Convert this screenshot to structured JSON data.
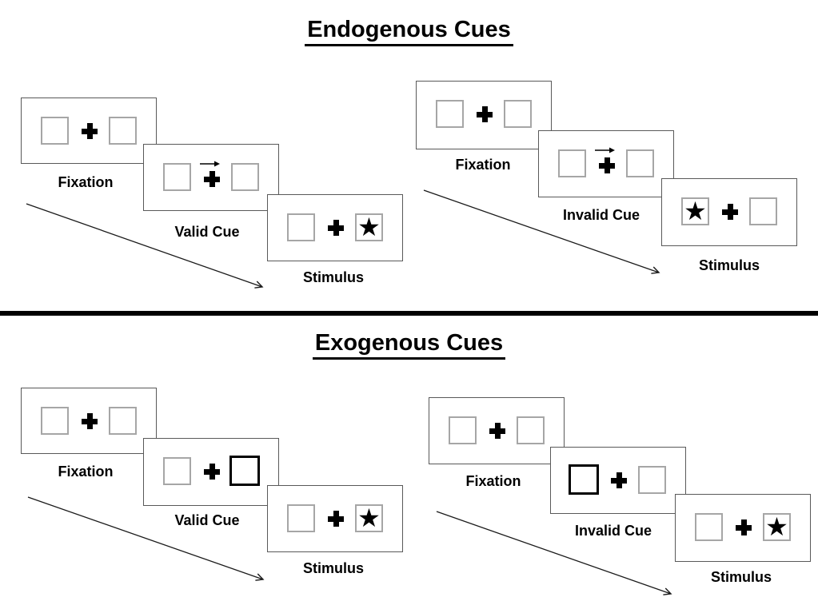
{
  "titles": {
    "endogenous": "Endogenous Cues",
    "exogenous": "Exogenous Cues"
  },
  "glyphs": {
    "star": "★"
  },
  "colors": {
    "background": "#ffffff",
    "card_border": "#595959",
    "box_border": "#a6a6a6",
    "bold_box_border": "#000000",
    "divider": "#000000",
    "arrow": "#1a1a1a",
    "text": "#000000"
  },
  "icons": {
    "fixation_cross": "plus-icon",
    "cue_pointer": "right-arrow-icon",
    "target": "star-icon",
    "sequence": "diagonal-arrow-icon"
  },
  "sections": [
    {
      "title": "Endogenous Cues",
      "panels": [
        {
          "name": "valid",
          "cards": [
            {
              "label": "Fixation",
              "left_box": "empty",
              "center": "plus",
              "right_box": "empty"
            },
            {
              "label": "Valid Cue",
              "left_box": "empty",
              "center": "plus-with-right-arrow",
              "right_box": "empty"
            },
            {
              "label": "Stimulus",
              "left_box": "empty",
              "center": "plus",
              "right_box": "star"
            }
          ]
        },
        {
          "name": "invalid",
          "cards": [
            {
              "label": "Fixation",
              "left_box": "empty",
              "center": "plus",
              "right_box": "empty"
            },
            {
              "label": "Invalid Cue",
              "left_box": "empty",
              "center": "plus-with-right-arrow",
              "right_box": "empty"
            },
            {
              "label": "Stimulus",
              "left_box": "star",
              "center": "plus",
              "right_box": "empty"
            }
          ]
        }
      ]
    },
    {
      "title": "Exogenous Cues",
      "panels": [
        {
          "name": "valid",
          "cards": [
            {
              "label": "Fixation",
              "left_box": "empty",
              "center": "plus",
              "right_box": "empty"
            },
            {
              "label": "Valid Cue",
              "left_box": "empty",
              "center": "plus",
              "right_box": "bold-empty"
            },
            {
              "label": "Stimulus",
              "left_box": "empty",
              "center": "plus",
              "right_box": "star"
            }
          ]
        },
        {
          "name": "invalid",
          "cards": [
            {
              "label": "Fixation",
              "left_box": "empty",
              "center": "plus",
              "right_box": "empty"
            },
            {
              "label": "Invalid Cue",
              "left_box": "bold-empty",
              "center": "plus",
              "right_box": "empty"
            },
            {
              "label": "Stimulus",
              "left_box": "empty",
              "center": "plus",
              "right_box": "star"
            }
          ]
        }
      ]
    }
  ]
}
